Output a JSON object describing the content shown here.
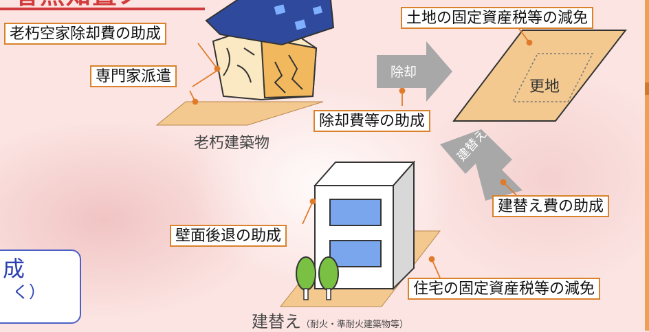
{
  "title_fragment": "者無知置ノ",
  "labels": {
    "demolition_subsidy_old_vacant": "老朽空家除却費の助成",
    "expert_dispatch": "専門家派遣",
    "land_tax_reduction": "土地の固定資産税等の減免",
    "demolition_cost_subsidy": "除却費等の助成",
    "rebuild_cost_subsidy": "建替え費の助成",
    "wall_setback_subsidy": "壁面後退の助成",
    "housing_tax_reduction": "住宅の固定資産税等の減免"
  },
  "captions": {
    "old_building": "老朽建築物",
    "vacant_lot": "更地",
    "arrow_demolition": "除却",
    "arrow_rebuild": "建替え",
    "rebuild_main": "建替え",
    "rebuild_note": "（耐火・準耐火建築物等）"
  },
  "bubble": {
    "line1": "成",
    "line2": "く）"
  },
  "colors": {
    "label_border": "#d9812b",
    "leader": "#e07b2a",
    "arrow_gray": "#a8a8a8",
    "ground": "#f3c98f",
    "accent_blue": "#2a3fb0",
    "title_red": "#d13b3b"
  }
}
